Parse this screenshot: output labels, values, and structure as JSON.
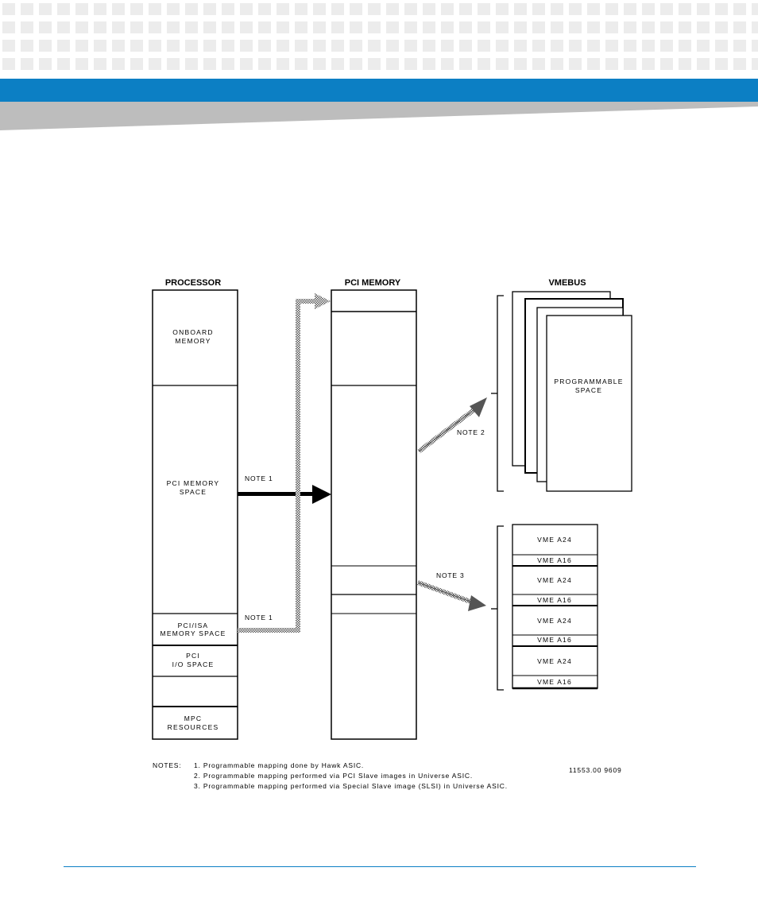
{
  "colors": {
    "brand_blue": "#0c7fc4",
    "header_gray": "#bdbdbd",
    "pattern_gray": "#ececec"
  },
  "diagram": {
    "processor": {
      "title": "PROCESSOR",
      "onboard_memory": [
        "ONBOARD",
        "MEMORY"
      ],
      "pci_memory_space": [
        "PCI MEMORY",
        "SPACE"
      ],
      "pci_isa_memory_space": [
        "PCI/ISA",
        "MEMORY SPACE"
      ],
      "pci_io_space": [
        "PCI",
        "I/O SPACE"
      ],
      "mpc_resources": [
        "MPC",
        "RESOURCES"
      ]
    },
    "pci_memory": {
      "title": "PCI MEMORY"
    },
    "vmebus": {
      "title": "VMEBUS",
      "programmable_space": [
        "PROGRAMMABLE",
        "SPACE"
      ],
      "regions": [
        "VME  A24",
        "VME  A16",
        "VME  A24",
        "VME  A16",
        "VME  A24",
        "VME  A16",
        "VME  A24",
        "VME  A16"
      ]
    },
    "arrows": {
      "note1_upper": "NOTE 1",
      "note1_lower": "NOTE 1",
      "note2": "NOTE 2",
      "note3": "NOTE 3"
    },
    "notes": {
      "heading": "NOTES:",
      "items": [
        "1. Programmable mapping done by Hawk ASIC.",
        "2. Programmable mapping performed via PCI Slave images in Universe ASIC.",
        "3. Programmable mapping performed via Special Slave image (SLSI) in Universe ASIC."
      ]
    },
    "figure_id": "11553.00 9609"
  }
}
